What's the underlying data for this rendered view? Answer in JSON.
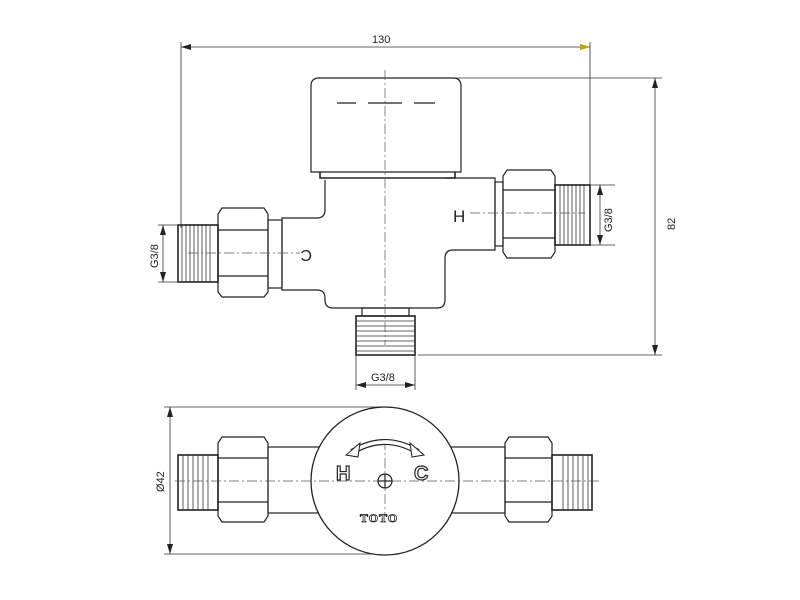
{
  "drawing": {
    "dimensions": {
      "overall_width": "130",
      "overall_height": "82",
      "left_port_thread": "G3/8",
      "right_port_thread": "G3/8",
      "bottom_port_thread": "G3/8",
      "body_diameter": "Ø42"
    },
    "side_view": {
      "hot_mark": "H",
      "cold_mark": "C"
    },
    "bottom_view": {
      "hot_mark": "H",
      "cold_mark": "C",
      "brand": "TOTO"
    },
    "colors": {
      "line": "#222222",
      "arrowhead_accent": "#c8a400"
    }
  }
}
